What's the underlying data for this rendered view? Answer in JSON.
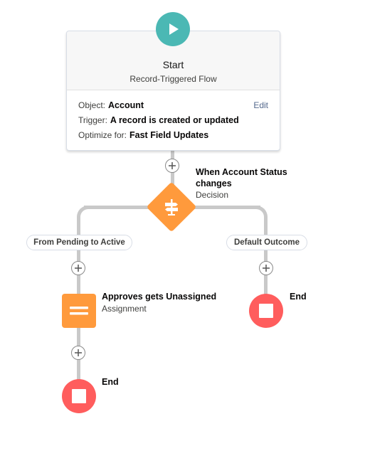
{
  "start": {
    "title": "Start",
    "subtitle": "Record-Triggered Flow",
    "object_label": "Object:",
    "object_value": "Account",
    "trigger_label": "Trigger:",
    "trigger_value": "A record is created or updated",
    "optimize_label": "Optimize for:",
    "optimize_value": "Fast Field Updates",
    "edit_label": "Edit"
  },
  "decision": {
    "title_line1": "When Account Status",
    "title_line2": "changes",
    "type": "Decision",
    "icon": "decision-icon"
  },
  "outcomes": {
    "left_label": "From Pending to Active",
    "right_label": "Default Outcome"
  },
  "assignment": {
    "title": "Approves gets Unassigned",
    "type": "Assignment",
    "icon": "assignment-icon"
  },
  "ends": {
    "right_label": "End",
    "left_label": "End"
  },
  "colors": {
    "start": "#4bb8b4",
    "decision": "#ff9a3c",
    "assignment": "#ff9a3c",
    "end": "#ff5d5d",
    "connector": "#c9c9c9"
  }
}
